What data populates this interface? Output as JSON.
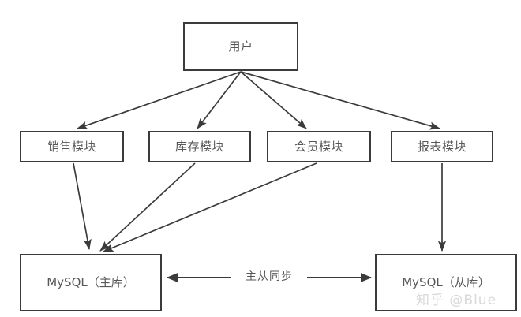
{
  "diagram": {
    "type": "flow-architecture",
    "background_color": "#ffffff",
    "node_border_color": "#3b3b3b",
    "node_text_color": "#575757",
    "edge_color": "#3b3b3b",
    "nodes": [
      {
        "id": "user",
        "label": "用户",
        "role": "actor"
      },
      {
        "id": "sales",
        "label": "销售模块",
        "role": "module"
      },
      {
        "id": "inventory",
        "label": "库存模块",
        "role": "module"
      },
      {
        "id": "member",
        "label": "会员模块",
        "role": "module"
      },
      {
        "id": "report",
        "label": "报表模块",
        "role": "module"
      },
      {
        "id": "db-master",
        "label": "MySQL（主库）",
        "role": "database"
      },
      {
        "id": "db-slave",
        "label": "MySQL（从库）",
        "role": "database"
      }
    ],
    "edges": [
      {
        "from": "user",
        "to": "sales",
        "label": ""
      },
      {
        "from": "user",
        "to": "inventory",
        "label": ""
      },
      {
        "from": "user",
        "to": "member",
        "label": ""
      },
      {
        "from": "user",
        "to": "report",
        "label": ""
      },
      {
        "from": "sales",
        "to": "db-master",
        "label": ""
      },
      {
        "from": "inventory",
        "to": "db-master",
        "label": ""
      },
      {
        "from": "member",
        "to": "db-master",
        "label": ""
      },
      {
        "from": "report",
        "to": "db-slave",
        "label": ""
      },
      {
        "from": "db-master",
        "to": "db-slave",
        "label": "主从同步",
        "bidirectional": true
      }
    ],
    "sync_label": "主从同步",
    "watermark": "知乎 @Blue"
  }
}
